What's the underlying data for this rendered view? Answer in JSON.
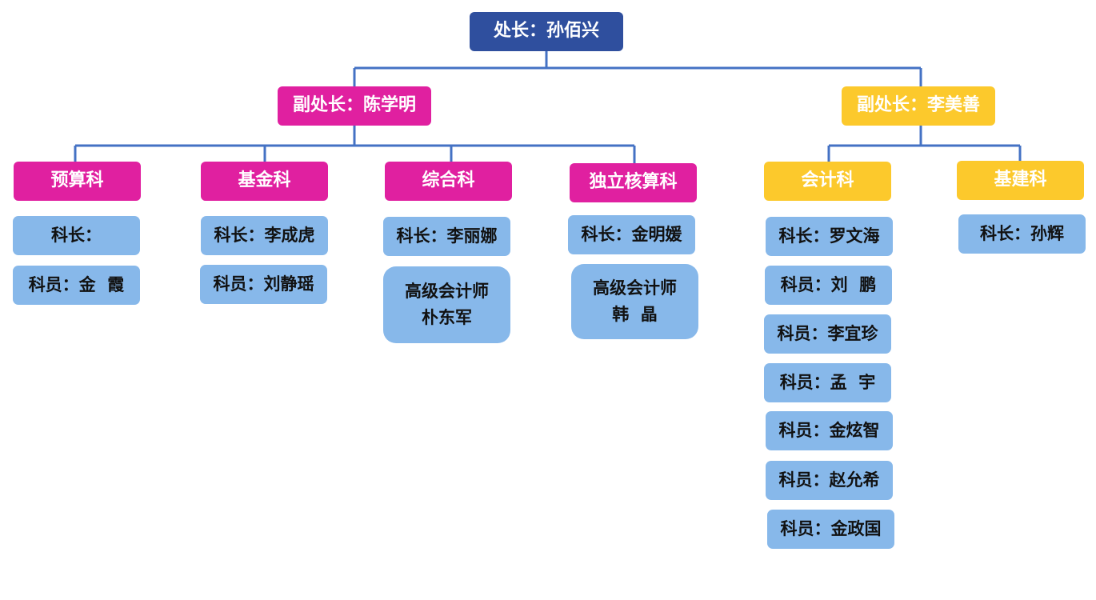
{
  "director": "处长：孙佰兴",
  "deputy_left": "副处长：陈学明",
  "deputy_right": "副处长：李美善",
  "sections": [
    {
      "name": "预算科",
      "members": [
        "科长：",
        "科员：金  霞"
      ]
    },
    {
      "name": "基金科",
      "members": [
        "科长：李成虎",
        "科员：刘静瑶"
      ]
    },
    {
      "name": "综合科",
      "members": [
        "科长：李丽娜"
      ],
      "extra": [
        "高级会计师",
        "朴东军"
      ]
    },
    {
      "name": "独立核算科",
      "members": [
        "科长：金明媛"
      ],
      "extra": [
        "高级会计师",
        "韩  晶"
      ]
    },
    {
      "name": "会计科",
      "members": [
        "科长：罗文海",
        "科员：刘  鹏",
        "科员：李宜珍",
        "科员：孟  宇",
        "科员：金炫智",
        "科员：赵允希",
        "科员：金政国"
      ]
    },
    {
      "name": "基建科",
      "members": [
        "科长：孙辉"
      ]
    }
  ],
  "colors": {
    "director": "#2f4f9e",
    "deputy_left": "#e020a0",
    "deputy_right": "#fcc92c",
    "staff": "#87b8ea",
    "connector": "#4472c4"
  }
}
